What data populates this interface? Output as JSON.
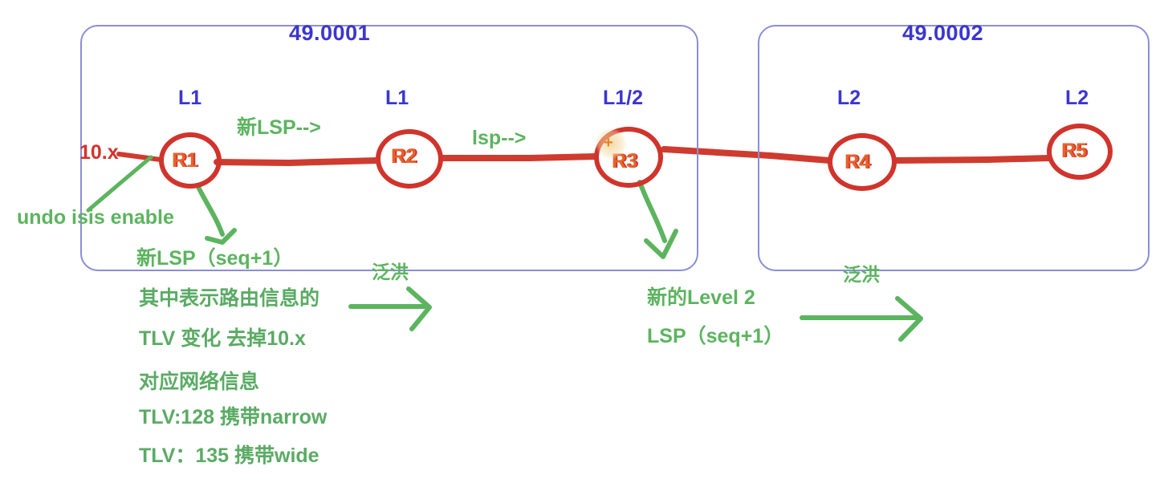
{
  "diagram": {
    "title": "IS-IS LSP flooding topology",
    "colors": {
      "area_border": "#8a8ed6",
      "area_title": "#3b36cf",
      "level_label": "#3b36cf",
      "router_outline": "#d0342c",
      "router_label": "#e8622a",
      "link": "#cf3b2f",
      "annotation_green": "#5cb45f",
      "cursor": "#e8822a",
      "background": "#ffffff"
    }
  },
  "areas": [
    {
      "id": "area-49-0001",
      "title": "49.0001"
    },
    {
      "id": "area-49-0002",
      "title": "49.0002"
    }
  ],
  "routers": [
    {
      "id": "r1",
      "label": "R1",
      "level": "L1"
    },
    {
      "id": "r2",
      "label": "R2",
      "level": "L1"
    },
    {
      "id": "r3",
      "label": "R3",
      "level": "L1/2"
    },
    {
      "id": "r4",
      "label": "R4",
      "level": "L2"
    },
    {
      "id": "r5",
      "label": "R5",
      "level": "L2"
    }
  ],
  "link_labels": {
    "r1_left_network": "10.x",
    "r1_r2": "新LSP-->",
    "r2_r3": "lsp-->"
  },
  "annotations": {
    "undo_command": "undo isis enable",
    "r1_new_lsp": "新LSP（seq+1）",
    "flood_left": "泛洪",
    "flood_right": "泛洪",
    "r3_new_lsp_line1": "新的Level 2",
    "r3_new_lsp_line2": "LSP（seq+1）"
  },
  "notes": [
    "其中表示路由信息的",
    "TLV 变化  去掉10.x",
    "对应网络信息",
    "TLV:128  携带narrow",
    "TLV：135  携带wide"
  ],
  "cursor": {
    "glyph": "+"
  }
}
